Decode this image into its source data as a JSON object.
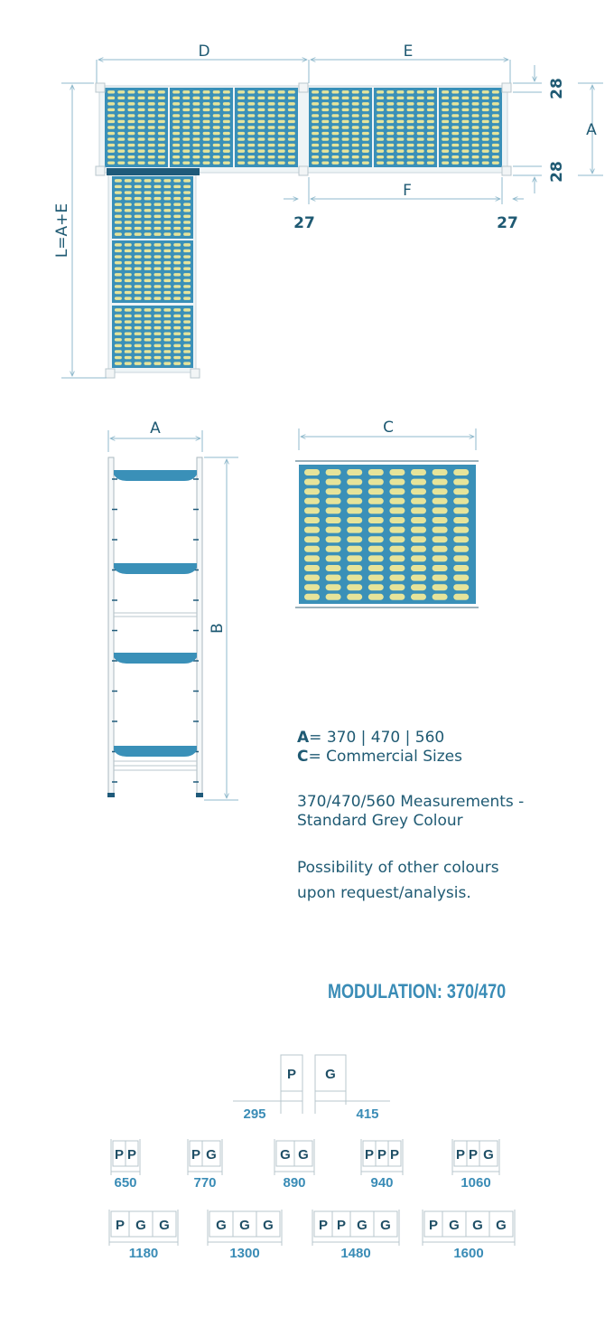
{
  "colors": {
    "frame_blue": "#3a90b8",
    "slot_yellow": "#e6e49a",
    "dim_line": "#8fb9cc",
    "text_dark": "#1f5a73",
    "accent": "#3a8cb6"
  },
  "plan": {
    "label_D": "D",
    "label_E": "E",
    "label_F": "F",
    "label_A": "A",
    "label_L": "L=A+E",
    "dim_28_top": "28",
    "dim_28_bottom": "28",
    "dim_27_left": "27",
    "dim_27_right": "27"
  },
  "side": {
    "label_A": "A",
    "label_B": "B"
  },
  "shelf": {
    "label_C": "C"
  },
  "info": {
    "a_key": "A",
    "a_text": "= 370 | 470 | 560",
    "c_key": "C",
    "c_text": "= Commercial Sizes",
    "measurements_line1": "370/470/560 Measurements -",
    "measurements_line2": "Standard Grey Colour",
    "possibility_line1": "Possibility of other colours",
    "possibility_line2": "upon request/analysis."
  },
  "modulation": {
    "title": "MODULATION: 370/470",
    "base": [
      {
        "letter": "P",
        "size": "295"
      },
      {
        "letter": "G",
        "size": "415"
      }
    ],
    "row1": [
      {
        "letters": [
          "P",
          "P"
        ],
        "size": "650"
      },
      {
        "letters": [
          "P",
          "G"
        ],
        "size": "770"
      },
      {
        "letters": [
          "G",
          "G"
        ],
        "size": "890"
      },
      {
        "letters": [
          "P",
          "P",
          "P"
        ],
        "size": "940"
      },
      {
        "letters": [
          "P",
          "P",
          "G"
        ],
        "size": "1060"
      }
    ],
    "row2": [
      {
        "letters": [
          "P",
          "G",
          "G"
        ],
        "size": "1180"
      },
      {
        "letters": [
          "G",
          "G",
          "G"
        ],
        "size": "1300"
      },
      {
        "letters": [
          "P",
          "P",
          "G",
          "G"
        ],
        "size": "1480"
      },
      {
        "letters": [
          "P",
          "G",
          "G",
          "G"
        ],
        "size": "1600"
      }
    ]
  }
}
